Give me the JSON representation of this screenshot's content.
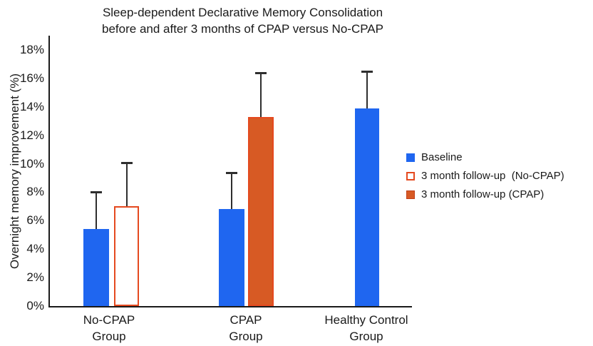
{
  "figure": {
    "title": "Sleep-dependent Declarative Memory Consolidation\nbefore and after 3 months of CPAP versus No-CPAP"
  },
  "chart_data": {
    "type": "bar",
    "title": "Sleep-dependent Declarative Memory Consolidation before and after 3 months of CPAP versus No-CPAP",
    "xlabel": "",
    "ylabel": "Overnight memory improvement (%)",
    "ylim": [
      0,
      18
    ],
    "ytick_values": [
      0,
      2,
      4,
      6,
      8,
      10,
      12,
      14,
      16,
      18
    ],
    "ytick_labels": [
      "0%",
      "2%",
      "4%",
      "6%",
      "8%",
      "10%",
      "12%",
      "14%",
      "16%",
      "18%"
    ],
    "grid": false,
    "error_bars": "upper-only",
    "legend_position": "right",
    "categories": [
      "No-CPAP Group",
      "CPAP Group",
      "Healthy Control Group"
    ],
    "categories_display": [
      "No-CPAP\nGroup",
      "CPAP\nGroup",
      "Healthy Control\nGroup"
    ],
    "series": [
      {
        "name": "Baseline",
        "style": "solid-blue",
        "color": "#1F66F0",
        "values": [
          5.4,
          6.8,
          13.9
        ],
        "error_bar_tops": [
          8.0,
          9.4,
          16.5
        ]
      },
      {
        "name": "3 month follow-up  (No-CPAP)",
        "style": "outline",
        "color": "#E5491F",
        "values": [
          7.0,
          null,
          null
        ],
        "error_bar_tops": [
          10.1,
          null,
          null
        ]
      },
      {
        "name": "3 month follow-up (CPAP)",
        "style": "solid-orange",
        "color": "#D75A24",
        "values": [
          null,
          13.3,
          null
        ],
        "error_bar_tops": [
          null,
          16.4,
          null
        ]
      }
    ]
  },
  "legend": {
    "items": [
      {
        "label": "Baseline",
        "swatch": "blue-solid"
      },
      {
        "label": "3 month follow-up  (No-CPAP)",
        "swatch": "orange-outline"
      },
      {
        "label": "3 month follow-up (CPAP)",
        "swatch": "orange-solid"
      }
    ]
  },
  "colors": {
    "baseline_blue": "#1F66F0",
    "followup_orange_fill": "#D75A24",
    "outline_red": "#E5491F",
    "axis_black": "#1A1A1A",
    "error_bar_gray": "#2E2E2E"
  }
}
